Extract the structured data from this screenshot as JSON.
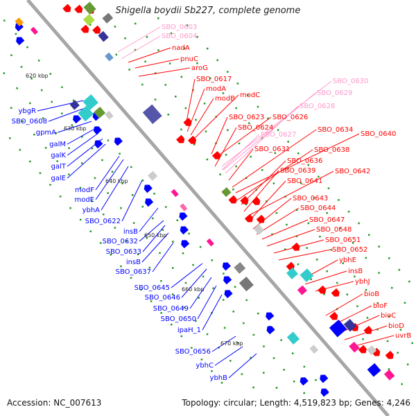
{
  "title": "Shigella boydii Sb227, complete genome",
  "accession": "Accession: NC_007613",
  "topology": "Topology: circular; Length: 4,519,823 bp; Genes: 4,246",
  "colors": {
    "backbone": "#a6a6a6",
    "red": "#ff0000",
    "blue": "#0000ff",
    "pink": "#ff99cc",
    "magenta": "#ff1493",
    "cyan": "#33cccc",
    "navy": "#333399",
    "olive": "#669933",
    "gray": "#777777",
    "tick": "#229922",
    "orange": "#ff9900"
  },
  "kbp_ticks": [
    "620 kbp",
    "630 kbp",
    "640 kbp",
    "650 kbp",
    "660 kbp",
    "670 kbp"
  ],
  "genes_right": [
    {
      "label": "SBO_0603",
      "color": "pink"
    },
    {
      "label": "SBO_0604",
      "color": "pink"
    },
    {
      "label": "nadA",
      "color": "red"
    },
    {
      "label": "pnuC",
      "color": "red"
    },
    {
      "label": "aroG",
      "color": "red"
    },
    {
      "label": "SBO_0617",
      "color": "red"
    },
    {
      "label": "modA",
      "color": "red"
    },
    {
      "label": "modB",
      "color": "red"
    },
    {
      "label": "modC",
      "color": "red"
    },
    {
      "label": "SBO_0630",
      "color": "pink"
    },
    {
      "label": "SBO_0629",
      "color": "pink"
    },
    {
      "label": "SBO_0628",
      "color": "pink"
    },
    {
      "label": "SBO_0623",
      "color": "red"
    },
    {
      "label": "SBO_0626",
      "color": "red"
    },
    {
      "label": "SBO_0624",
      "color": "red"
    },
    {
      "label": "SBO_0627",
      "color": "pink"
    },
    {
      "label": "SBO_0634",
      "color": "red"
    },
    {
      "label": "SBO_0640",
      "color": "red"
    },
    {
      "label": "SBO_0631",
      "color": "red"
    },
    {
      "label": "SBO_0638",
      "color": "red"
    },
    {
      "label": "SBO_0636",
      "color": "red"
    },
    {
      "label": "SBO_0639",
      "color": "red"
    },
    {
      "label": "SBO_0642",
      "color": "red"
    },
    {
      "label": "SBO_0641",
      "color": "red"
    },
    {
      "label": "SBO_0643",
      "color": "red"
    },
    {
      "label": "SBO_0644",
      "color": "red"
    },
    {
      "label": "SBO_0647",
      "color": "red"
    },
    {
      "label": "SBO_0648",
      "color": "red"
    },
    {
      "label": "SBO_0651",
      "color": "red"
    },
    {
      "label": "SBO_0652",
      "color": "red"
    },
    {
      "label": "ybhE",
      "color": "red"
    },
    {
      "label": "insB",
      "color": "red"
    },
    {
      "label": "ybhJ",
      "color": "red"
    },
    {
      "label": "bioB",
      "color": "red"
    },
    {
      "label": "bioF",
      "color": "red"
    },
    {
      "label": "bioC",
      "color": "red"
    },
    {
      "label": "bioD",
      "color": "red"
    },
    {
      "label": "uvrB",
      "color": "red"
    }
  ],
  "genes_left": [
    {
      "label": "ybgR",
      "color": "blue"
    },
    {
      "label": "SBO_0608",
      "color": "blue"
    },
    {
      "label": "gpmA",
      "color": "blue"
    },
    {
      "label": "galM",
      "color": "blue"
    },
    {
      "label": "galK",
      "color": "blue"
    },
    {
      "label": "galT",
      "color": "blue"
    },
    {
      "label": "galE",
      "color": "blue"
    },
    {
      "label": "modF",
      "color": "blue"
    },
    {
      "label": "modE",
      "color": "blue"
    },
    {
      "label": "ybhA",
      "color": "blue"
    },
    {
      "label": "SBO_0622",
      "color": "blue"
    },
    {
      "label": "insB",
      "color": "blue"
    },
    {
      "label": "SBO_0632",
      "color": "blue"
    },
    {
      "label": "SBO_0633",
      "color": "blue"
    },
    {
      "label": "insB",
      "color": "blue"
    },
    {
      "label": "SBO_0637",
      "color": "blue"
    },
    {
      "label": "SBO_0645",
      "color": "blue"
    },
    {
      "label": "SBO_0646",
      "color": "blue"
    },
    {
      "label": "SBO_0649",
      "color": "blue"
    },
    {
      "label": "SBO_0650",
      "color": "blue"
    },
    {
      "label": "ipaH_1",
      "color": "blue"
    },
    {
      "label": "SBO_0656",
      "color": "blue"
    },
    {
      "label": "ybhC",
      "color": "blue"
    },
    {
      "label": "ybhB",
      "color": "blue"
    }
  ]
}
